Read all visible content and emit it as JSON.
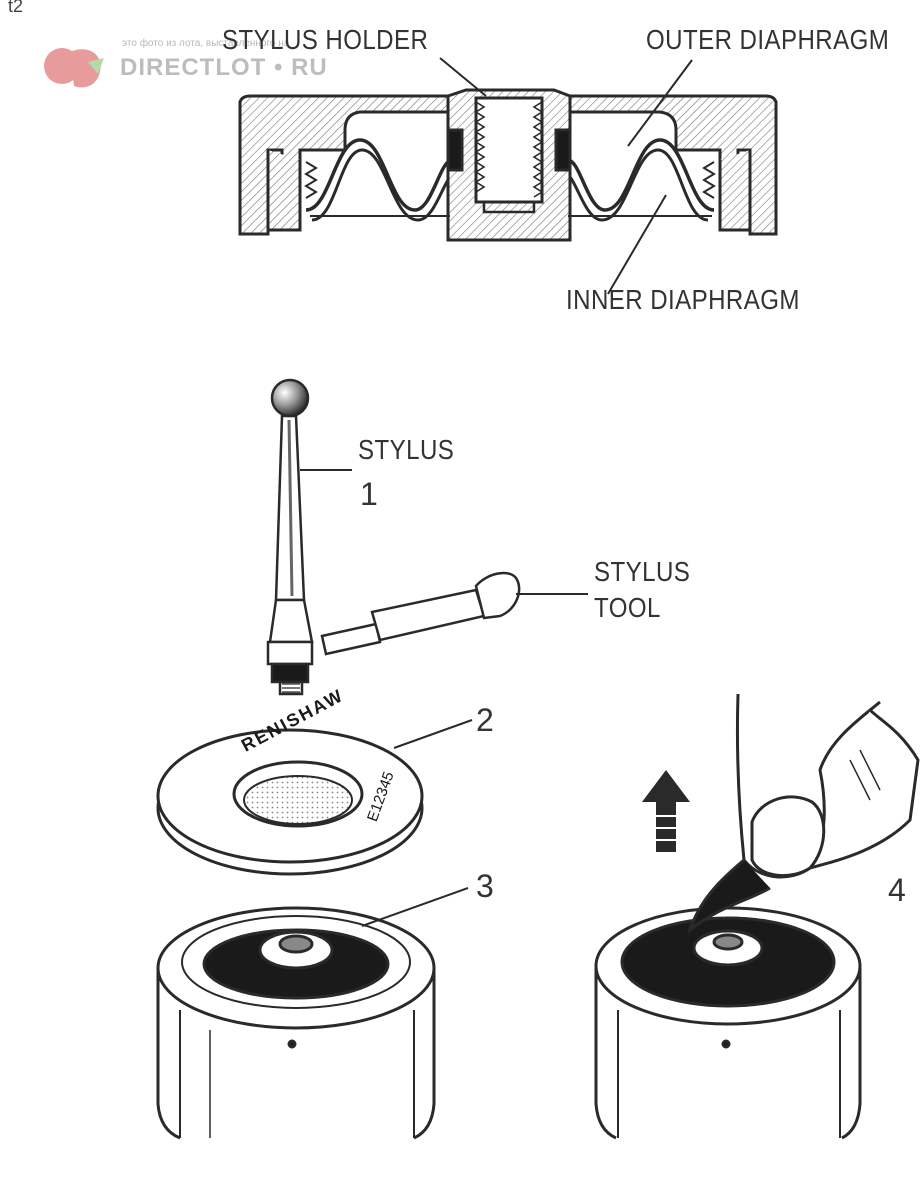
{
  "corner_text": "t2",
  "watermark": {
    "caption": "это фото из лота, выставленного на",
    "brand": "DIRECTLOT",
    "bullet": "•",
    "tld": "RU"
  },
  "labels": {
    "stylus_holder": "STYLUS HOLDER",
    "outer_diaphragm": "OUTER DIAPHRAGM",
    "inner_diaphragm": "INNER DIAPHRAGM",
    "stylus": "STYLUS",
    "stylus_tool_line1": "STYLUS",
    "stylus_tool_line2": "TOOL"
  },
  "steps": {
    "s1": "1",
    "s2": "2",
    "s3": "3",
    "s4": "4"
  },
  "ring_text": {
    "brand": "RENISHAW",
    "code": "E12345"
  },
  "colors": {
    "ink": "#2a2a2a",
    "hatch": "#6b6b6b",
    "watermark_logo": "#e07a7a",
    "watermark_gem": "#9ccf8a"
  }
}
